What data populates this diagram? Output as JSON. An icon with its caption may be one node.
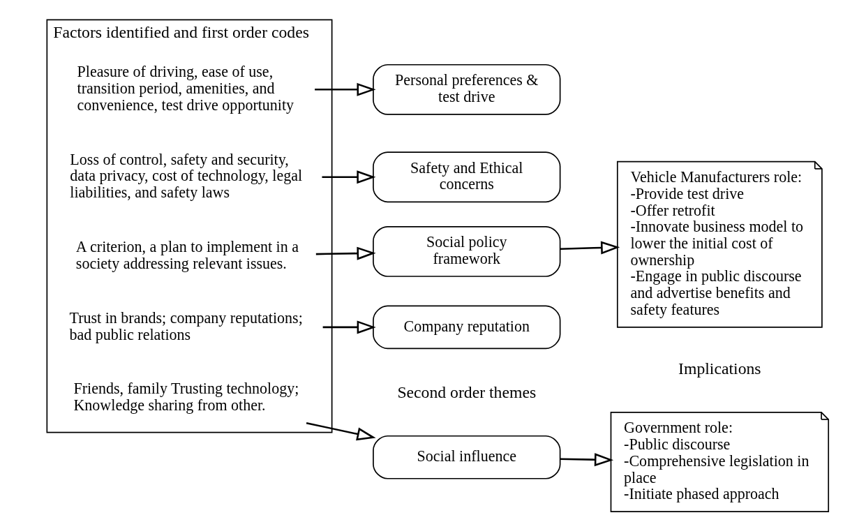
{
  "diagram": {
    "nodes": [
      {
        "text": [
          "Factors identified and first order codes"
        ]
      },
      {
        "text": [
          "Friends, family Trusting technology; Knowledge sharing from other."
        ],
        "in": 0
      },
      {
        "text": [
          "Pleasure of driving, ease of use, transition period, amenities, and convenience, test drive opportunity"
        ],
        "in": 0
      },
      {
        "text": [
          "Loss of control, safety and security, data privacy, cost of technology, legal liabilities, and safety laws"
        ],
        "in": 0
      },
      {
        "text": [
          "A criterion, a plan to implement in a society addressing relevant issues."
        ],
        "in": 0
      },
      {
        "text": [
          "Trust in brands; company reputations; bad public relations"
        ],
        "in": 0
      },
      {
        "text": [
          "Social influence"
        ]
      },
      {
        "text": [
          "Personal preferences & test drive"
        ]
      },
      {
        "text": [
          "Safety and Ethical concerns"
        ]
      },
      {
        "text": [
          "Social policy framework"
        ]
      },
      {
        "text": [
          "Company reputation"
        ]
      },
      {
        "text": [
          "Government role:",
          "-Public discourse",
          "-Comprehensive legislation in place",
          "-Initiate phased approach"
        ]
      },
      {
        "text": [
          "Vehicle Manufacturers role:",
          "-Provide test drive",
          "-Offer retrofit",
          "-Innovate business model to lower the initial cost of ownership",
          "-Engage in public discourse and advertise benefits and safety features"
        ]
      }
    ],
    "edges": [
      {
        "from": 1,
        "to": 6,
        "arrow": "to"
      },
      {
        "from": 2,
        "to": 7,
        "arrow": "to"
      },
      {
        "from": 3,
        "to": 8,
        "arrow": "to"
      },
      {
        "from": 4,
        "to": 9,
        "arrow": "to"
      },
      {
        "from": 5,
        "to": 10,
        "arrow": "to"
      },
      {
        "from": 6,
        "to": 11,
        "arrow": "to"
      },
      {
        "from": 9,
        "to": 12,
        "arrow": "to"
      }
    ],
    "labels": [
      "Second order themes",
      "Implications"
    ]
  }
}
